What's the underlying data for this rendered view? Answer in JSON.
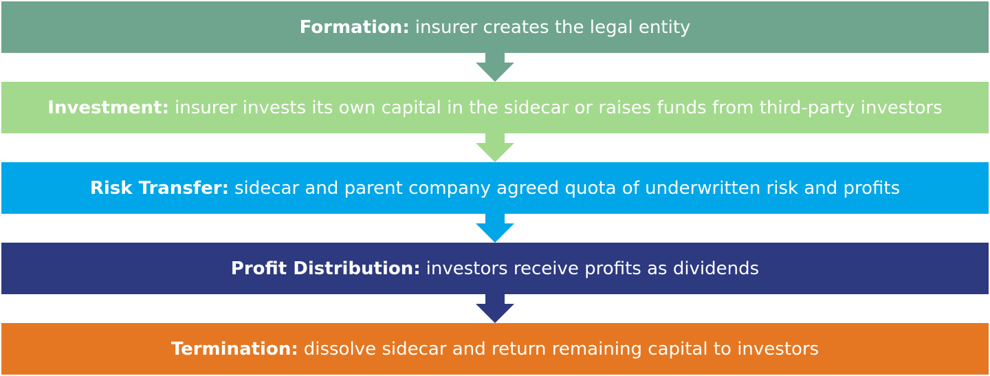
{
  "steps": [
    {
      "label": "Formation:",
      "description": "insurer creates the legal entity",
      "color": "#6fa58f"
    },
    {
      "label": "Investment:",
      "description": "insurer invests its own capital in the sidecar or raises funds from third-party investors",
      "color": "#a2d98c"
    },
    {
      "label": "Risk Transfer:",
      "description": "sidecar and parent company agreed quota of underwritten risk and profits",
      "color": "#00a6e8"
    },
    {
      "label": "Profit Distribution:",
      "description": "investors receive profits as dividends",
      "color": "#2d3a80"
    },
    {
      "label": "Termination:",
      "description": "dissolve sidecar and return remaining capital to investors",
      "color": "#e57722"
    }
  ],
  "arrows": [
    {
      "color": "#6fa58f"
    },
    {
      "color": "#a2d98c"
    },
    {
      "color": "#00a6e8"
    },
    {
      "color": "#2d3a80"
    }
  ]
}
